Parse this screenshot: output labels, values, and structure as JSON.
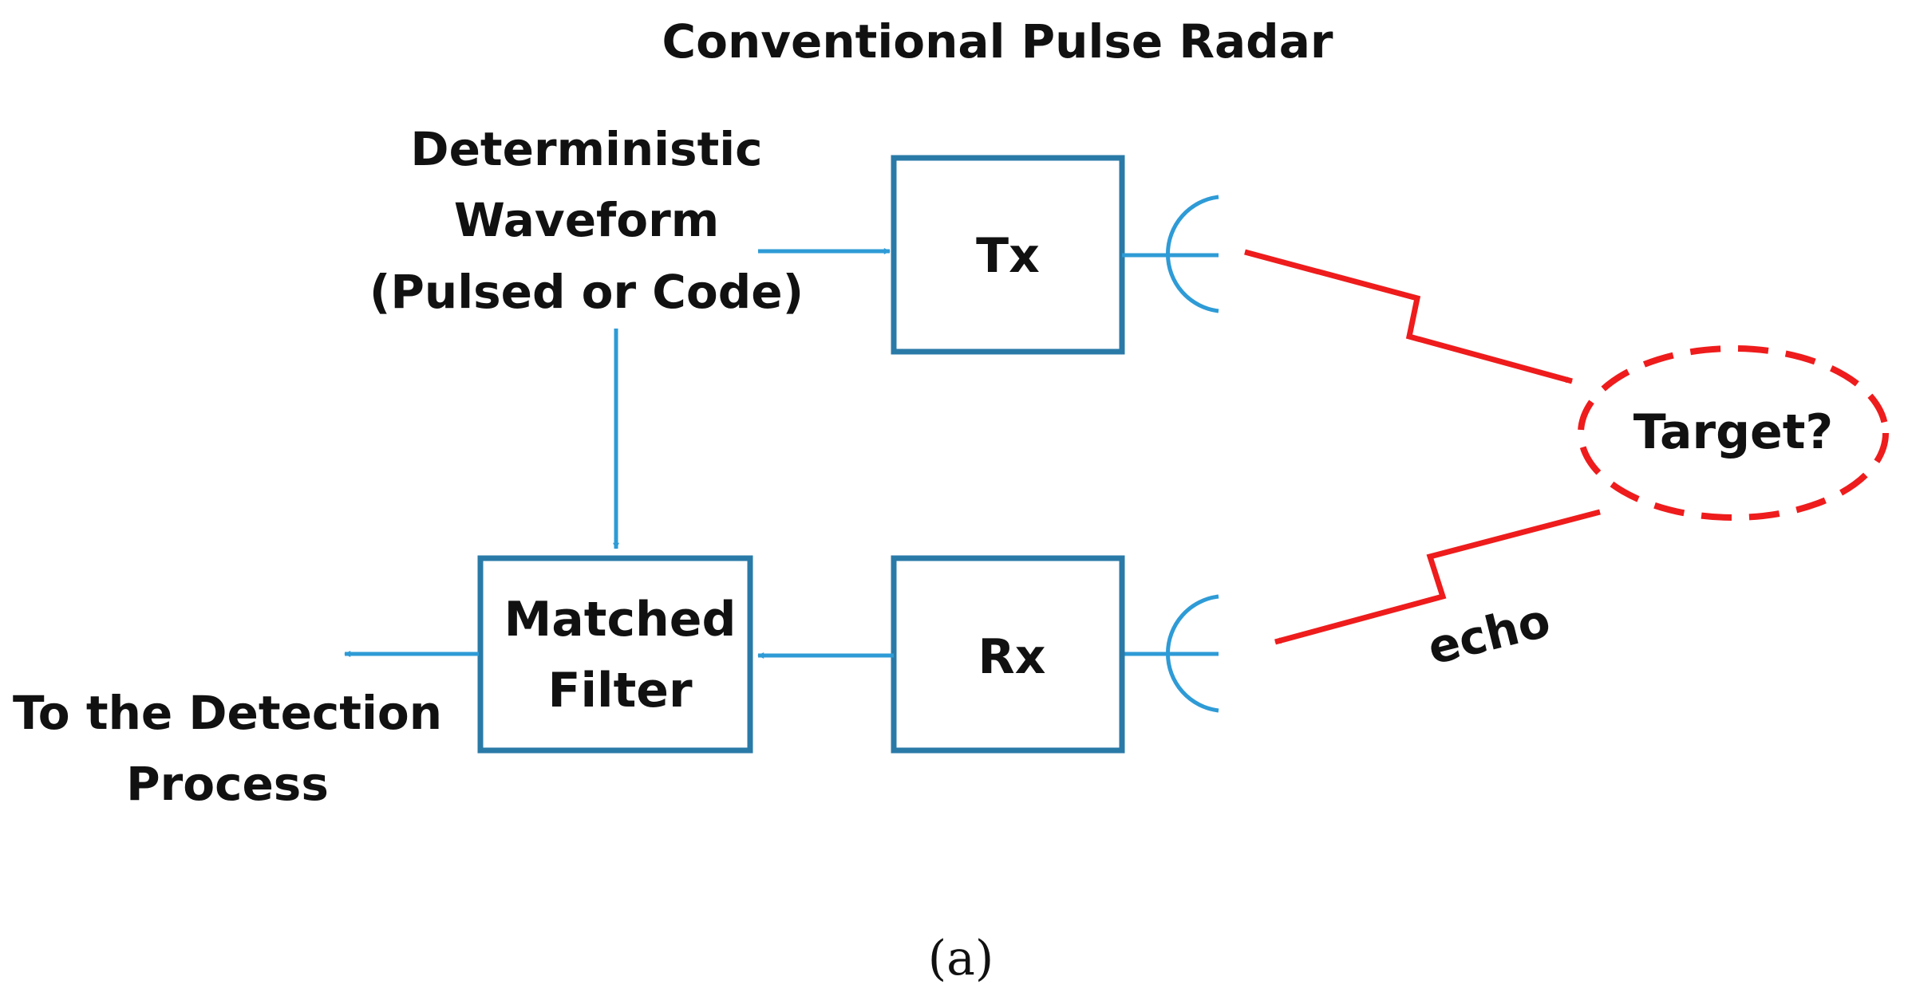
{
  "title": "Conventional Pulse Radar",
  "waveform_label": [
    "Deterministic",
    "Waveform",
    "(Pulsed or Code)"
  ],
  "tx_label": "Tx",
  "rx_label": "Rx",
  "matched_filter_label": [
    "Matched",
    "Filter"
  ],
  "target_label": "Target?",
  "echo_label": "echo",
  "output_label": [
    "To the Detection",
    "Process"
  ],
  "caption": "(a)",
  "colors": {
    "box_stroke": "#2a7aa8",
    "signal_flow": "#2e9bd6",
    "echo_path": "#ee1c1c",
    "text": "#111111"
  }
}
